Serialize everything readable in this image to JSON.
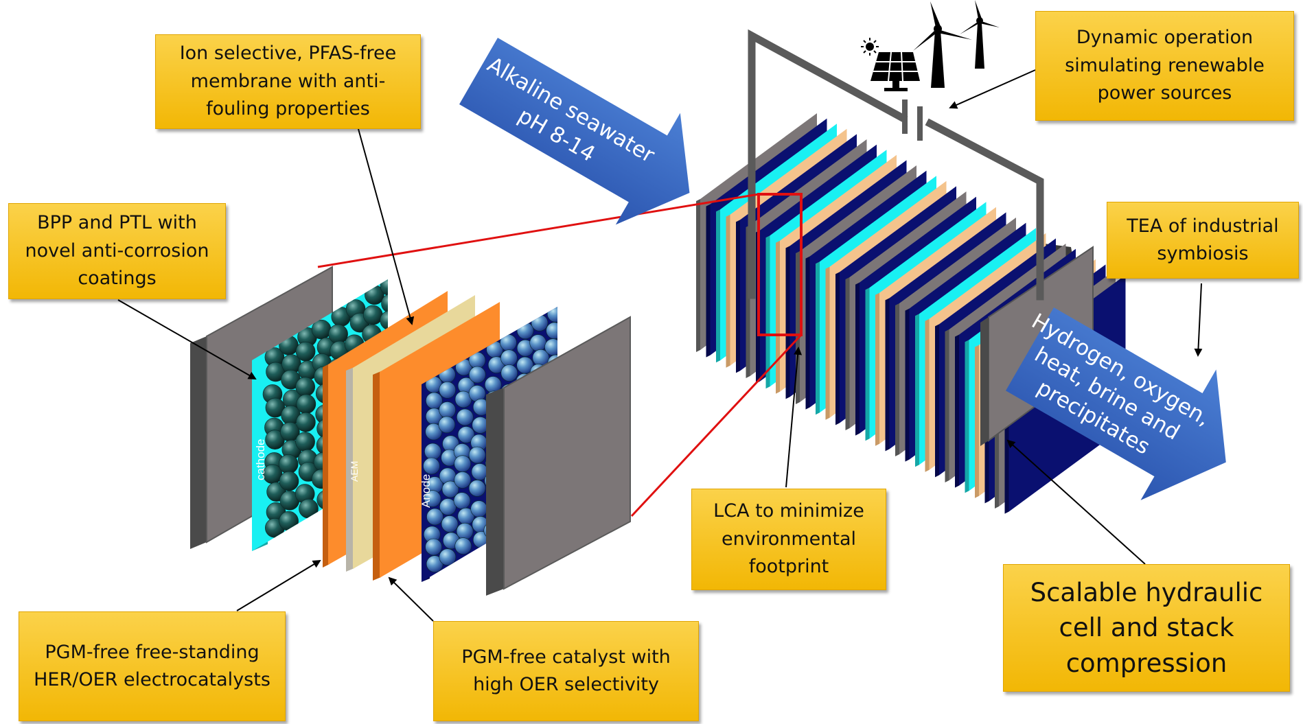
{
  "callouts": {
    "membrane": "Ion selective, PFAS-free membrane with anti-fouling properties",
    "bpp_ptl": "BPP and PTL with novel anti-corrosion coatings",
    "dynamic": "Dynamic operation simulating renewable power sources",
    "tea": "TEA of industrial symbiosis",
    "lca": "LCA to minimize environmental footprint",
    "scalable": "Scalable hydraulic cell and stack compression",
    "pgm_electro": "PGM-free free-standing HER/OER electrocatalysts",
    "pgm_catalyst": "PGM-free catalyst  with high OER selectivity"
  },
  "arrows": {
    "input": [
      "Alkaline seawater",
      "pH 8-14"
    ],
    "output": [
      "Hydrogen, oxygen,",
      "heat, brine and",
      "precipitates"
    ]
  },
  "layer_labels": {
    "cathode": "cathode",
    "aem": "AEM",
    "anode": "Anode"
  },
  "colors": {
    "callout_fill": "#f7c325",
    "arrow_blue": "#3a68c0",
    "plate_grey": "#7c7677",
    "cathode_cyan": "#19f0f2",
    "membrane_orange": "#fd8c2c",
    "anode_navy": "#0a1070",
    "highlight_red": "#e01010"
  }
}
